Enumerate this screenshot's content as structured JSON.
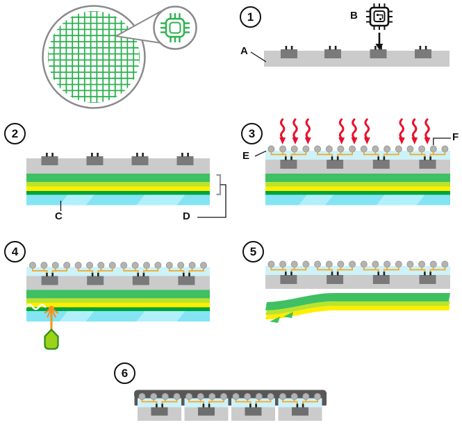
{
  "steps": [
    {
      "number": "1"
    },
    {
      "number": "2"
    },
    {
      "number": "3"
    },
    {
      "number": "4"
    },
    {
      "number": "5"
    },
    {
      "number": "6"
    }
  ],
  "labels": {
    "A": "A",
    "B": "B",
    "C": "C",
    "D": "D",
    "E": "E",
    "F": "F"
  },
  "colors": {
    "outline": "#8a8a8a",
    "wafer_grid": "#2ab04d",
    "substrate": "#cbcbcb",
    "chip": "#7a7a7a",
    "chip_dark": "#6e6e6e",
    "pin": "#1f1f1f",
    "green": "#3fc062",
    "yellow_green": "#b9e42e",
    "yellow": "#ffee00",
    "dark_green": "#00a43c",
    "carrier_cyan": "#84e4f4",
    "carrier_shine": "#bdf2fb",
    "rdl_cyan": "#cdf2f9",
    "bump": "#b3b3b3",
    "bump_stroke": "#9a9a9a",
    "trace": "#f5a623",
    "heat_red": "#e8112d",
    "board": "#575757",
    "laser_body": "#9ad318",
    "laser_outline": "#2e8b1e",
    "beam": "#f5921e",
    "ink": "#111111"
  }
}
